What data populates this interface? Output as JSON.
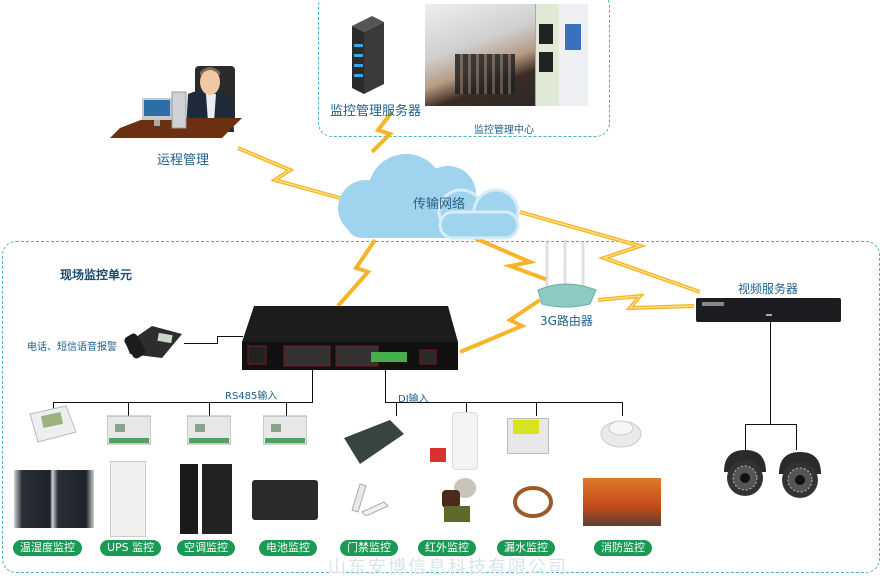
{
  "top_box": {
    "server_label": "监控管理服务器",
    "center_label": "监控管理中心"
  },
  "remote": {
    "label": "运程管理"
  },
  "network": {
    "cloud_label": "传输网络",
    "router_label": "3G路由器",
    "video_server_label": "视频服务器"
  },
  "field": {
    "title": "现场监控单元",
    "phone_label": "电话、短信语音报警",
    "rs485_label": "RS485输入",
    "di_label": "DI输入"
  },
  "rs485_items": [
    {
      "label": "温湿度监控"
    },
    {
      "label": "UPS 监控"
    },
    {
      "label": "空调监控"
    },
    {
      "label": "电池监控"
    }
  ],
  "di_items": [
    {
      "label": "门禁监控"
    },
    {
      "label": "红外监控"
    },
    {
      "label": "漏水监控"
    },
    {
      "label": "消防监控"
    }
  ],
  "watermark": "山东安博信息科技有限公司",
  "colors": {
    "accent_text": "#1f5f8a",
    "pill_green": "#1a9a55",
    "dash_border": "#4ab2c8",
    "cloud": "#9fd3ee",
    "bolt": "#f5b52a"
  }
}
